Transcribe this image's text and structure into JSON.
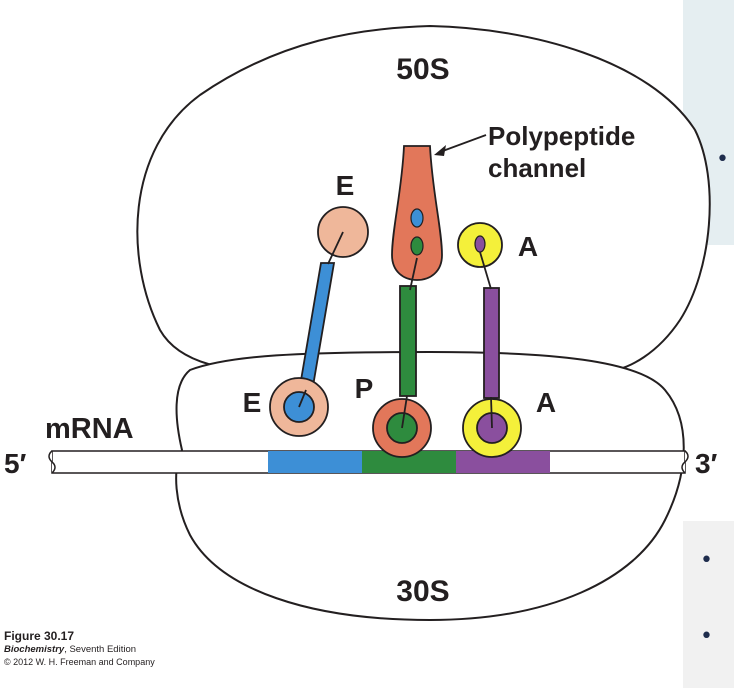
{
  "diagram": {
    "subunit_large": "50S",
    "subunit_small": "30S",
    "channel_label_line1": "Polypeptide",
    "channel_label_line2": "channel",
    "site_e_upper": "E",
    "site_a_upper": "A",
    "site_e_lower": "E",
    "site_p_lower": "P",
    "site_a_lower": "A",
    "mrna_label": "mRNA",
    "five_prime": "5′",
    "three_prime": "3′"
  },
  "caption": {
    "figure": "Figure 30.17",
    "book_title": "Biochemistry",
    "book_edition": ", Seventh Edition",
    "copyright": "© 2012 W. H. Freeman and Company"
  },
  "slide": {
    "bullet": "•"
  },
  "colors": {
    "e_site_trna": "#3d8fd6",
    "p_site_trna": "#2e8b3e",
    "a_site_trna": "#8a4f9e",
    "e_site_ring": "#efb79a",
    "p_site_ring": "#e2775a",
    "a_site_ring": "#f4f03a",
    "panel_bg": "#e5eef1",
    "panel_bg_lower": "#f1f1f1",
    "bullet": "#1f2d4d"
  }
}
